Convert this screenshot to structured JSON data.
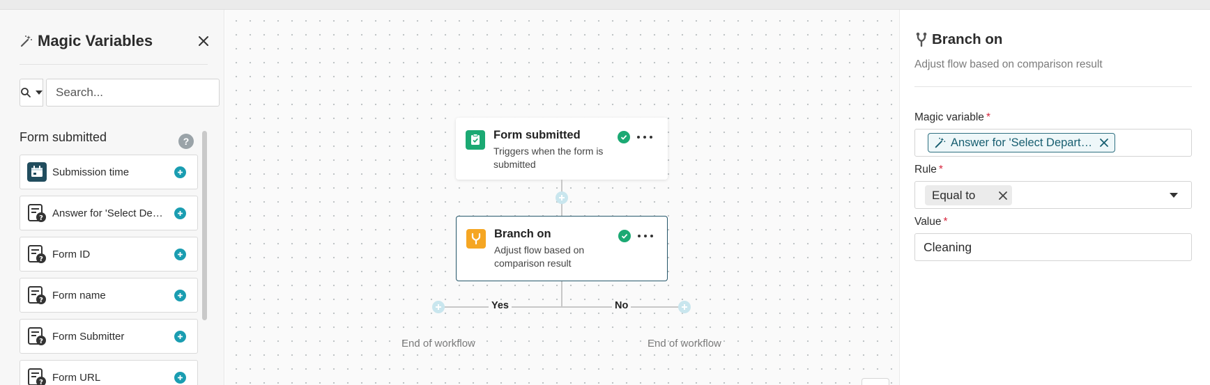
{
  "left_panel": {
    "title": "Magic Variables",
    "search": {
      "placeholder": "Search..."
    },
    "section_title": "Form submitted",
    "help_glyph": "?",
    "items": [
      {
        "label": "Submission time",
        "icon": "calendar-icon"
      },
      {
        "label": "Answer for 'Select Department'",
        "icon": "form-question-icon"
      },
      {
        "label": "Form ID",
        "icon": "form-question-icon"
      },
      {
        "label": "Form name",
        "icon": "form-question-icon"
      },
      {
        "label": "Form Submitter",
        "icon": "form-question-icon"
      },
      {
        "label": "Form URL",
        "icon": "form-question-icon"
      }
    ]
  },
  "canvas": {
    "nodes": [
      {
        "title": "Form submitted",
        "description": "Triggers when the form is submitted",
        "icon": "form-check-icon",
        "icon_color": "#1ba973",
        "status": "complete"
      },
      {
        "title": "Branch on",
        "description": "Adjust flow based on comparison result",
        "icon": "branch-icon",
        "icon_color": "#f5a623",
        "status": "complete"
      }
    ],
    "branches": [
      {
        "label": "Yes",
        "end_label": "End of workflow"
      },
      {
        "label": "No",
        "end_label": "End of workflow"
      }
    ]
  },
  "right_panel": {
    "title": "Branch on",
    "subtitle": "Adjust flow based on comparison result",
    "fields": {
      "magic_variable": {
        "label": "Magic variable",
        "required_mark": "*",
        "value": "Answer for 'Select Department'"
      },
      "rule": {
        "label": "Rule",
        "required_mark": "*",
        "value": "Equal to"
      },
      "value": {
        "label": "Value",
        "required_mark": "*",
        "value": "Cleaning"
      }
    }
  },
  "colors": {
    "accent_teal": "#1a9db1",
    "success_green": "#1ba973",
    "branch_orange": "#f5a623",
    "tag_border": "#2e6f80",
    "required_red": "#d7263d"
  }
}
